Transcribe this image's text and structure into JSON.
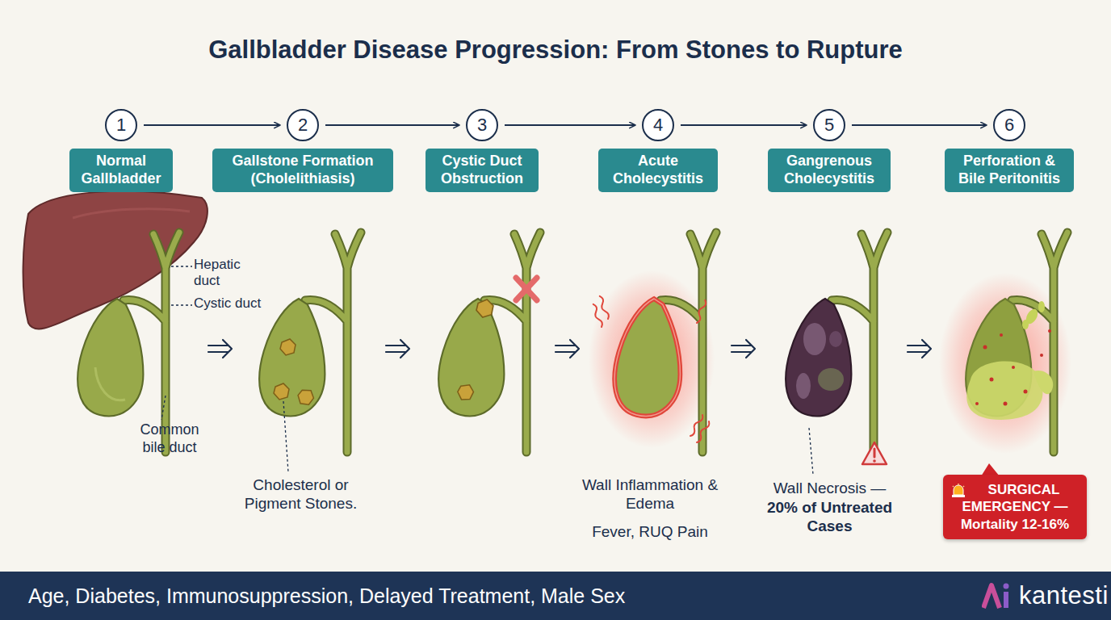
{
  "diagram": {
    "title": "Gallbladder Disease Progression: From Stones to Rupture",
    "nodes": [
      {
        "text": [
          "1"
        ]
      },
      {
        "text": [
          "2"
        ]
      },
      {
        "text": [
          "3"
        ]
      },
      {
        "text": [
          "4"
        ]
      },
      {
        "text": [
          "5"
        ]
      },
      {
        "text": [
          "6"
        ]
      },
      {
        "text": [
          "Normal Gallbladder"
        ]
      },
      {
        "text": [
          "Gallstone Formation (Cholelithiasis)"
        ]
      },
      {
        "text": [
          "Cystic Duct Obstruction"
        ]
      },
      {
        "text": [
          "Acute Cholecystitis"
        ]
      },
      {
        "text": [
          "Gangrenous Cholecystitis"
        ]
      },
      {
        "text": [
          "Perforation & Bile Peritonitis"
        ]
      },
      {
        "text": [
          "SURGICAL EMERGENCY — Mortality 12-16%"
        ]
      },
      {
        "text": [
          "Age, Diabetes, Immunosuppression, Delayed Treatment, Male Sex",
          "kantesti"
        ]
      }
    ],
    "edges": [
      {
        "from": 0,
        "to": 1,
        "arrow": "to"
      },
      {
        "from": 1,
        "to": 2,
        "arrow": "to"
      },
      {
        "from": 2,
        "to": 3,
        "arrow": "to"
      },
      {
        "from": 3,
        "to": 4,
        "arrow": "to"
      },
      {
        "from": 4,
        "to": 5,
        "arrow": "to"
      }
    ],
    "labels": [
      "Hepatic duct",
      "Cystic duct",
      "Common bile duct",
      "Cholesterol or Pigment Stones.",
      "Wall Inflammation & Edema",
      "Fever, RUQ Pain",
      "Wall Necrosis —",
      "20% of Untreated Cases"
    ]
  }
}
